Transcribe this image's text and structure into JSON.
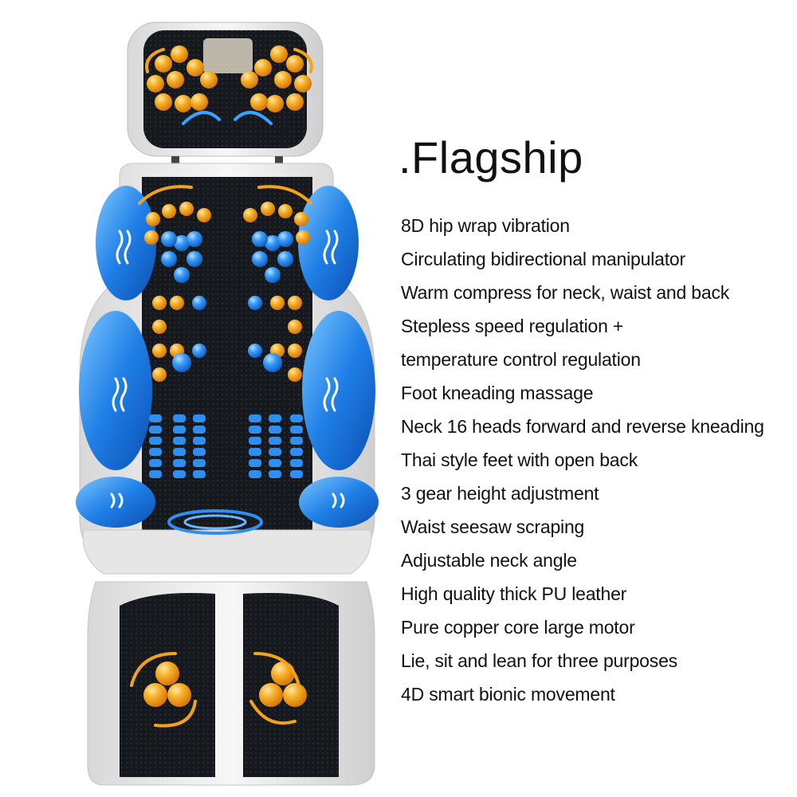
{
  "title": ".Flagship",
  "features": [
    "8D hip wrap vibration",
    "Circulating bidirectional manipulator",
    "Warm compress for neck, waist and back",
    "Stepless speed regulation +",
    "temperature control regulation",
    "Foot kneading massage",
    "Neck 16 heads forward and reverse kneading",
    "Thai style feet with open back",
    "3 gear height adjustment",
    "Waist seesaw scraping",
    "Adjustable neck angle",
    "High quality thick PU leather",
    "Pure copper core large motor",
    "Lie, sit and lean for three purposes",
    "4D smart bionic movement"
  ],
  "colors": {
    "frame": "#ececec",
    "pad": "#111418",
    "cushion": "#1e7fe8",
    "node": "#f3a31a",
    "node_blue": "#2e8ff0",
    "arrow": "#f3a31a",
    "text": "#111111"
  }
}
